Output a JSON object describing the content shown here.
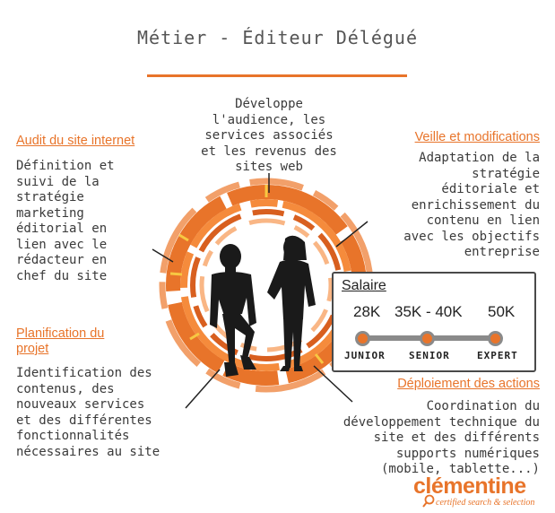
{
  "title": "Métier - Éditeur Délégué",
  "top_center": {
    "text": "Développe\nl'audience, les\nservices associés\net les revenus des\nsites web"
  },
  "audit": {
    "title": "Audit du site internet",
    "text": "Définition et\nsuivi de la\nstratégie\nmarketing\néditorial en\nlien avec le\nrédacteur en\nchef du site"
  },
  "veille": {
    "title": "Veille et modifications",
    "text": "Adaptation de la\nstratégie\néditoriale et\nenrichissement du\ncontenu en lien\navec les objectifs\nentreprise"
  },
  "planification": {
    "title_line1": "Planification du",
    "title_line2": "projet",
    "text": "Identification des\ncontenus, des\nnouveaux services\net des différentes\nfonctionnalités\nnécessaires au site"
  },
  "deploiement": {
    "title": "Déploiement des actions",
    "text": "Coordination du\ndéveloppement technique du\nsite et des différents\nsupports numériques\n(mobile, tablette...)"
  },
  "salary": {
    "title": "Salaire",
    "levels": [
      {
        "value": "28K",
        "label": "JUNIOR"
      },
      {
        "value": "35K - 40K",
        "label": "SENIOR"
      },
      {
        "value": "50K",
        "label": "EXPERT"
      }
    ]
  },
  "logo": {
    "name": "clémentine",
    "tagline": "certified search & selection"
  },
  "colors": {
    "accent": "#e8742a",
    "accent_dark": "#c9561a",
    "text": "#3a3a3a",
    "figure": "#1a1a1a"
  },
  "icons": [
    "business-man-silhouette-icon",
    "business-woman-silhouette-icon",
    "target-rings-icon",
    "magnifier-icon"
  ]
}
